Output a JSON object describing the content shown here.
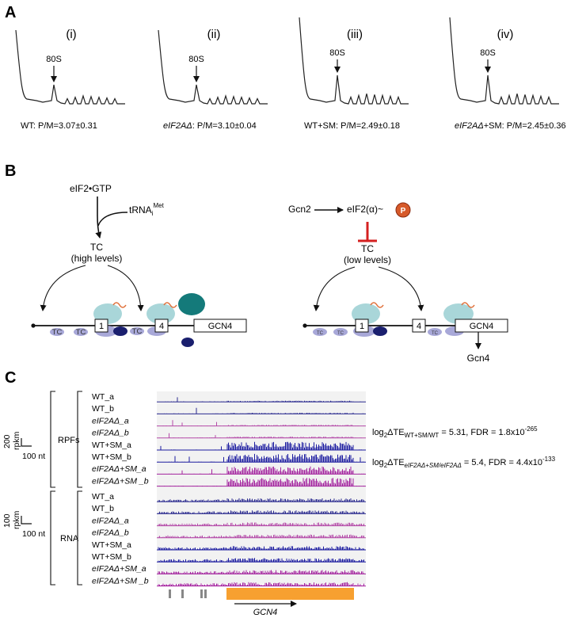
{
  "panel_a": {
    "label": "A",
    "profiles": [
      {
        "numeral": "(i)",
        "peak_label": "80S",
        "caption_strain": "",
        "caption_rest": "WT:  P/M=3.07±0.31"
      },
      {
        "numeral": "(ii)",
        "peak_label": "80S",
        "caption_strain": "eIF2AΔ",
        "caption_rest": ":  P/M=3.10±0.04"
      },
      {
        "numeral": "(iii)",
        "peak_label": "80S",
        "caption_strain": "",
        "caption_rest": "WT+SM:  P/M=2.49±0.18"
      },
      {
        "numeral": "(iv)",
        "peak_label": "80S",
        "caption_strain": "eIF2AΔ",
        "caption_rest": "+SM:  P/M=2.45±0.36"
      }
    ]
  },
  "panel_b": {
    "label": "B",
    "left": {
      "eif2": "eIF2•GTP",
      "trna_base": "tRNA",
      "trna_sub": "i",
      "trna_sup": "Met",
      "tc": "TC",
      "tc_level": "(high levels)",
      "uorf1": "1",
      "uorf4": "4",
      "gene": "GCN4",
      "tc_chip": "TC"
    },
    "right": {
      "kinase": "Gcn2",
      "eif2a": "eIF2(α)~",
      "phospho": "P",
      "tc": "TC",
      "tc_level": "(low levels)",
      "uorf1": "1",
      "uorf4": "4",
      "gene": "GCN4",
      "tc_chip": "TC",
      "product": "Gcn4"
    }
  },
  "panel_c": {
    "label": "C",
    "rpf_group": "RPFs",
    "rna_group": "RNA",
    "rpf_scale": "200",
    "rna_scale": "100",
    "scale_unit": "rpkm",
    "nt_scale": "100 nt",
    "tracks": [
      {
        "name": "WT_a",
        "group": "RPF",
        "italic": false,
        "color": "#2b2b8f",
        "level": 0.12
      },
      {
        "name": "WT_b",
        "group": "RPF",
        "italic": false,
        "color": "#2b2b8f",
        "level": 0.12
      },
      {
        "name": "eIF2AΔ_a",
        "group": "RPF",
        "italic": true,
        "color": "#b44ba8",
        "level": 0.12
      },
      {
        "name": "eIF2AΔ_b",
        "group": "RPF",
        "italic": true,
        "color": "#b44ba8",
        "level": 0.14
      },
      {
        "name": "WT+SM_a",
        "group": "RPF",
        "italic": false,
        "color": "#1c1ca0",
        "level": 0.85
      },
      {
        "name": "WT+SM_b",
        "group": "RPF",
        "italic": false,
        "color": "#1c1ca0",
        "level": 0.85
      },
      {
        "name": "eIF2AΔ+SM_a",
        "group": "RPF",
        "italic": true,
        "color": "#a3239e",
        "level": 0.8
      },
      {
        "name": "eIF2AΔ+SM _b",
        "group": "RPF",
        "italic": true,
        "color": "#a3239e",
        "level": 0.85
      },
      {
        "name": "WT_a",
        "group": "RNA",
        "italic": false,
        "color": "#2b2b8f",
        "level": 0.35
      },
      {
        "name": "WT_b",
        "group": "RNA",
        "italic": false,
        "color": "#2b2b8f",
        "level": 0.35
      },
      {
        "name": "eIF2AΔ_a",
        "group": "RNA",
        "italic": true,
        "color": "#b44ba8",
        "level": 0.35
      },
      {
        "name": "eIF2AΔ_b",
        "group": "RNA",
        "italic": true,
        "color": "#b44ba8",
        "level": 0.35
      },
      {
        "name": "WT+SM_a",
        "group": "RNA",
        "italic": false,
        "color": "#1c1ca0",
        "level": 0.4
      },
      {
        "name": "WT+SM_b",
        "group": "RNA",
        "italic": false,
        "color": "#1c1ca0",
        "level": 0.4
      },
      {
        "name": "eIF2AΔ+SM_a",
        "group": "RNA",
        "italic": true,
        "color": "#a3239e",
        "level": 0.4
      },
      {
        "name": "eIF2AΔ+SM _b",
        "group": "RNA",
        "italic": true,
        "color": "#a3239e",
        "level": 0.4
      }
    ],
    "stat1": {
      "prefix": "log",
      "base": "2",
      "delta": "ΔTE",
      "sub": "WT+SM/WT",
      "value": " = 5.31, FDR = 1.8x10",
      "exp": "-265"
    },
    "stat2": {
      "prefix": "log",
      "base": "2",
      "delta": "ΔTE",
      "sub": "eIF2AΔ+SM/eIF2AΔ",
      "value": " = 5.4, FDR = 4.4x10",
      "exp": "-133"
    },
    "gene_label": "GCN4",
    "gene_color": "#f7a030"
  }
}
